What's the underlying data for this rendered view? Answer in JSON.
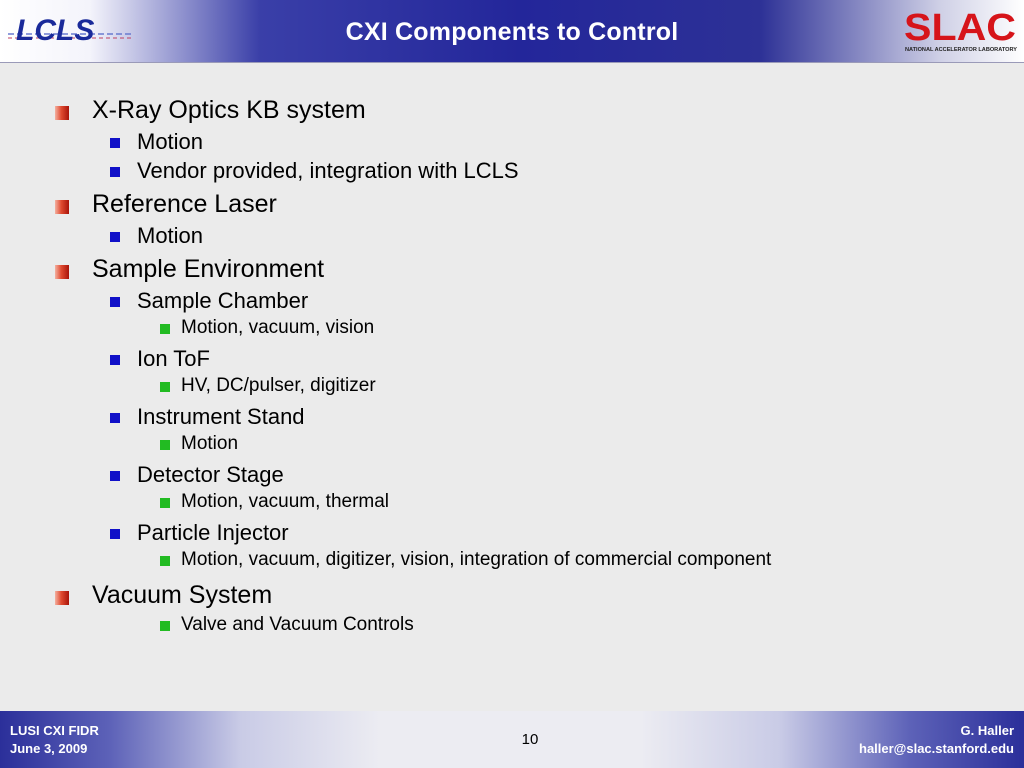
{
  "header": {
    "title": "CXI Components to Control",
    "left_logo": "LCLS",
    "right_logo": "SLAC",
    "right_logo_subtitle": "NATIONAL ACCELERATOR LABORATORY"
  },
  "bullets": [
    {
      "level": 1,
      "text": "X-Ray Optics KB system"
    },
    {
      "level": 2,
      "text": "Motion"
    },
    {
      "level": 2,
      "text": "Vendor provided, integration with LCLS"
    },
    {
      "level": 1,
      "text": "Reference Laser"
    },
    {
      "level": 2,
      "text": "Motion"
    },
    {
      "level": 1,
      "text": "Sample Environment"
    },
    {
      "level": 2,
      "text": "Sample Chamber"
    },
    {
      "level": 3,
      "text": "Motion, vacuum, vision"
    },
    {
      "level": 2,
      "text": "Ion ToF"
    },
    {
      "level": 3,
      "text": "HV, DC/pulser, digitizer"
    },
    {
      "level": 2,
      "text": "Instrument Stand"
    },
    {
      "level": 3,
      "text": "Motion"
    },
    {
      "level": 2,
      "text": "Detector Stage"
    },
    {
      "level": 3,
      "text": "Motion, vacuum, thermal"
    },
    {
      "level": 2,
      "text": "Particle Injector"
    },
    {
      "level": 3,
      "text": "Motion, vacuum, digitizer, vision, integration of commercial component"
    },
    {
      "level": 1,
      "text": "Vacuum System"
    },
    {
      "level": 3,
      "text": "Valve and Vacuum Controls"
    }
  ],
  "footer": {
    "left_line1": "LUSI CXI FIDR",
    "left_line2": "June 3, 2009",
    "page_number": "10",
    "right_line1": "G. Haller",
    "right_line2": "haller@slac.stanford.edu"
  },
  "colors": {
    "header_blue": "#23269a",
    "level1_bullet": "#d0301c",
    "level2_bullet": "#1010c8",
    "level3_bullet": "#22bb22"
  }
}
